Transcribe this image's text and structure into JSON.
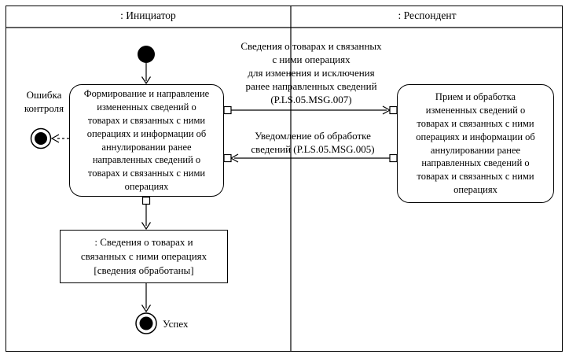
{
  "diagram": {
    "lanes": {
      "initiator": ": Инициатор",
      "respondent": ": Респондент"
    },
    "nodes": {
      "initiator_action": [
        "Формирование и направление",
        "измененных сведений о",
        "товарах и связанных с ними",
        "операциях и информации об",
        "аннулировании ранее",
        "направленных сведений о",
        "товарах и связанных с ними",
        "операциях"
      ],
      "respondent_action": [
        "Прием и обработка",
        "измененных сведений о",
        "товарах и связанных с ними",
        "операциях и информации об",
        "аннулировании ранее",
        "направленных сведений о",
        "товарах и связанных с ними",
        "операциях"
      ],
      "object_node": [
        ": Сведения о товарах и",
        "связанных с ними операциях",
        "[сведения обработаны]"
      ],
      "error_label": [
        "Ошибка",
        "контроля"
      ],
      "success_label": "Успех"
    },
    "messages": {
      "request": [
        "Сведения о товарах и связанных",
        "с ними операциях",
        "для изменения и исключения",
        "ранее направленных сведений",
        "(P.LS.05.MSG.007)"
      ],
      "response": [
        "Уведомление об обработке",
        "сведений (P.LS.05.MSG.005)"
      ]
    },
    "colors": {
      "line": "#000000",
      "background": "#ffffff"
    }
  }
}
